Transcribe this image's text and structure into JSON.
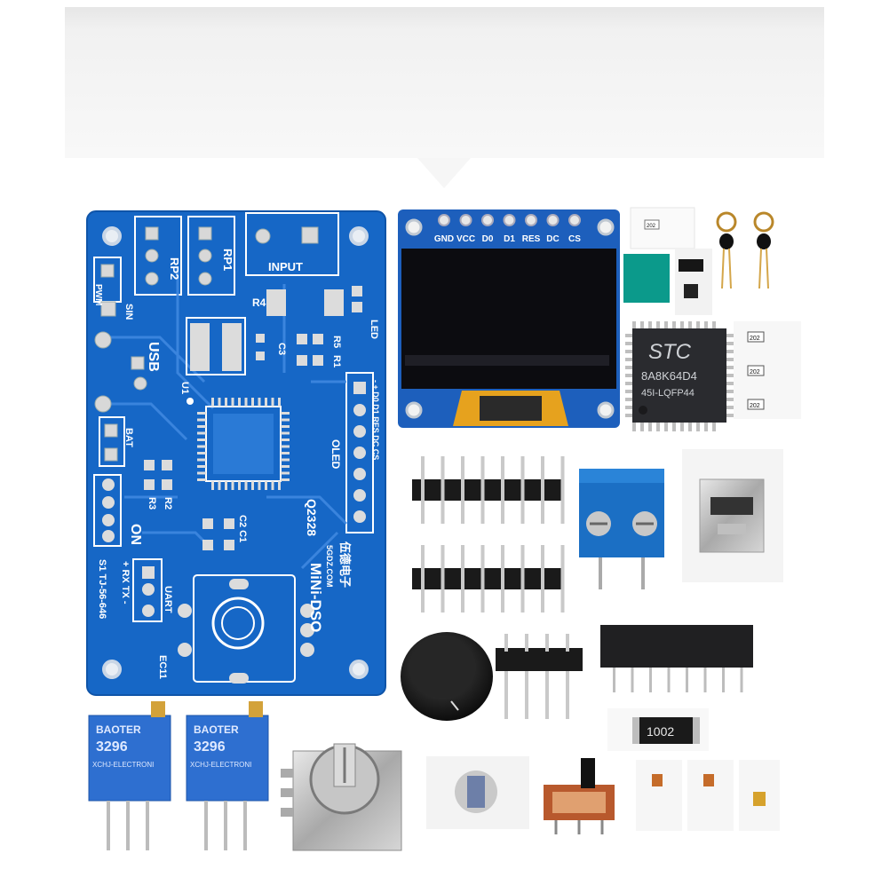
{
  "pcb": {
    "labels": {
      "rp2": "RP2",
      "rp1": "RP1",
      "input": "INPUT",
      "pwm": "PWM",
      "sin": "SIN",
      "r4": "R4",
      "led": "LED",
      "usb": "USB",
      "c3": "C3",
      "r5": "R5",
      "r1": "R1",
      "u1": "U1",
      "bat": "BAT",
      "r3": "R3",
      "r2": "R2",
      "oled": "OLED",
      "oled_pins": "- + D0 D1 RES DC CS",
      "q2": "Q2328",
      "c2c1": "C2 C1",
      "on": "ON",
      "s1": "S1 TJ-56-646",
      "uart": "UART",
      "uart_pins": "+ RX TX -",
      "brand": "伍德电子",
      "brand_url": "5GDZ.COM",
      "model": "MiNi-DSO",
      "ec11": "EC11"
    }
  },
  "oled": {
    "pins": [
      "GND",
      "VCC",
      "D0",
      "D1",
      "RES",
      "DC",
      "CS"
    ]
  },
  "chip": {
    "logo": "STC",
    "line1": "8A8K64D4",
    "line2": "45I-LQFP44"
  },
  "smd": {
    "r202_a": "202",
    "r202_b": "202",
    "r202_c": "202",
    "r202_d": "202",
    "r1002": "1002"
  },
  "trimpot": {
    "brand": "BAOTER",
    "model": "3296",
    "maker": "XCHJ-ELECTRONI"
  }
}
